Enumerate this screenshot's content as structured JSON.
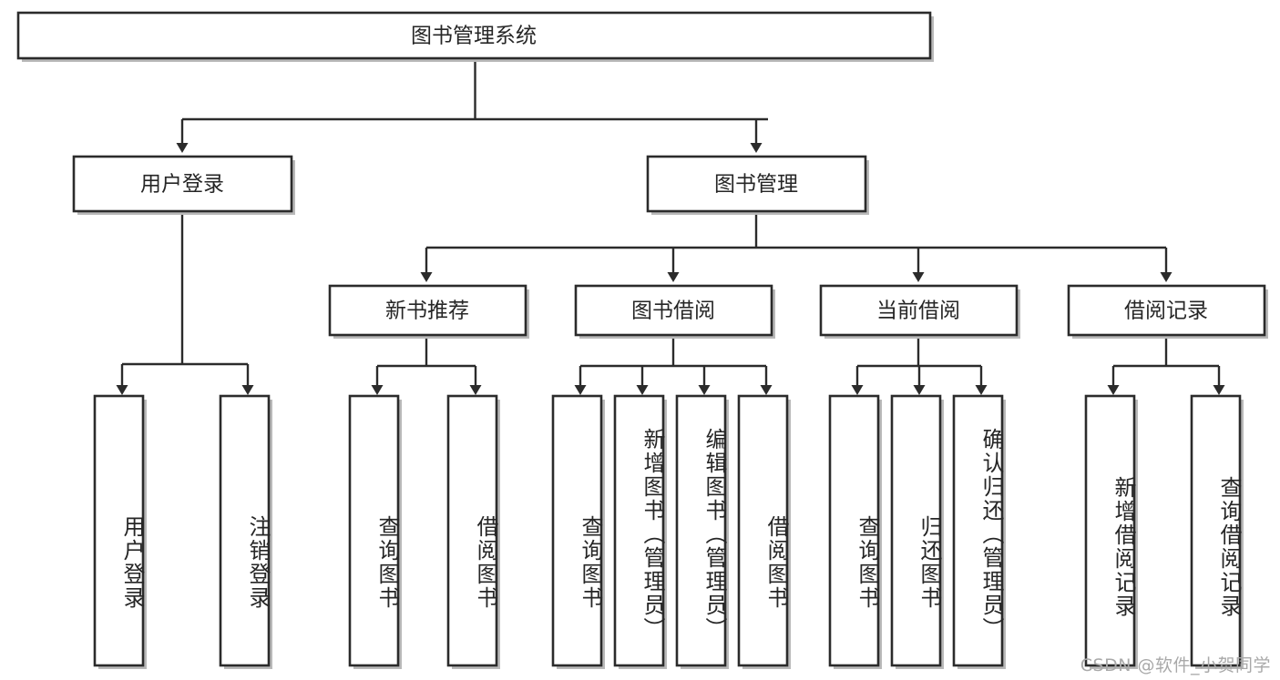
{
  "diagram": {
    "title": "图书管理系统",
    "type": "tree-hierarchy",
    "orientation": "top-down",
    "colors": {
      "stroke": "#2b2b2b",
      "fill": "#ffffff",
      "text": "#262626",
      "shadow": "#b9b9b9",
      "watermark": "#a9a9a9"
    },
    "root": {
      "id": "root",
      "label": "图书管理系统"
    },
    "level2": [
      {
        "id": "user-login",
        "label": "用户登录"
      },
      {
        "id": "book-manage",
        "label": "图书管理"
      }
    ],
    "level3": [
      {
        "id": "new-book-recommend",
        "label": "新书推荐",
        "parent": "book-manage"
      },
      {
        "id": "book-borrow",
        "label": "图书借阅",
        "parent": "book-manage"
      },
      {
        "id": "current-borrow",
        "label": "当前借阅",
        "parent": "book-manage"
      },
      {
        "id": "borrow-record",
        "label": "借阅记录",
        "parent": "book-manage"
      }
    ],
    "leaves": [
      {
        "id": "leaf-user-login",
        "label": "用户登录",
        "parent": "user-login"
      },
      {
        "id": "leaf-logout-login",
        "label": "注销登录",
        "parent": "user-login"
      },
      {
        "id": "leaf-query-book-1",
        "label": "查询图书",
        "parent": "new-book-recommend"
      },
      {
        "id": "leaf-borrow-book-1",
        "label": "借阅图书",
        "parent": "new-book-recommend"
      },
      {
        "id": "leaf-query-book-2",
        "label": "查询图书",
        "parent": "book-borrow"
      },
      {
        "id": "leaf-add-book",
        "label": "新增图书（管理员）",
        "parent": "book-borrow"
      },
      {
        "id": "leaf-edit-book",
        "label": "编辑图书（管理员）",
        "parent": "book-borrow"
      },
      {
        "id": "leaf-borrow-book-2",
        "label": "借阅图书",
        "parent": "book-borrow"
      },
      {
        "id": "leaf-query-book-3",
        "label": "查询图书",
        "parent": "current-borrow"
      },
      {
        "id": "leaf-return-book",
        "label": "归还图书",
        "parent": "current-borrow"
      },
      {
        "id": "leaf-confirm-return",
        "label": "确认归还（管理员）",
        "parent": "current-borrow"
      },
      {
        "id": "leaf-add-record",
        "label": "新增借阅记录",
        "parent": "borrow-record"
      },
      {
        "id": "leaf-query-record",
        "label": "查询借阅记录",
        "parent": "borrow-record"
      }
    ]
  },
  "watermark": {
    "text": "CSDN @软件_小贺同学"
  }
}
